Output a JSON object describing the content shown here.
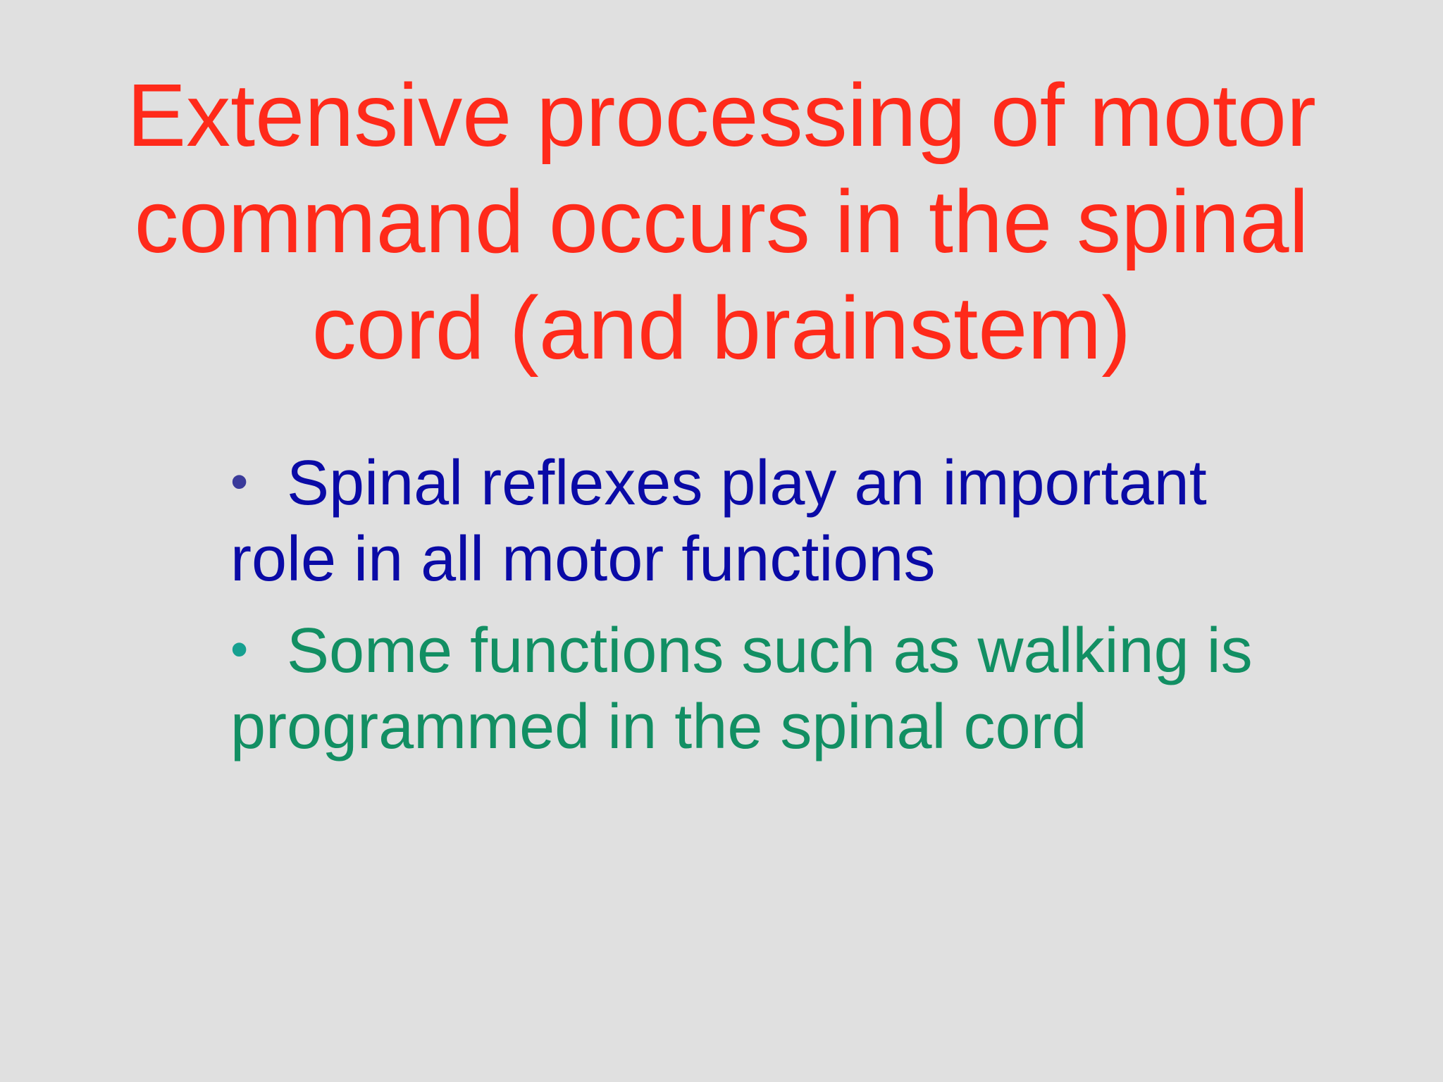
{
  "slide": {
    "title": "Extensive processing of motor command occurs in the spinal cord (and brainstem)",
    "bullets": [
      {
        "marker": "•",
        "text": "Spinal reflexes play an important role in all motor functions"
      },
      {
        "marker": "•",
        "text": "Some functions such as walking is programmed in the spinal cord"
      }
    ]
  },
  "colors": {
    "background": "#e0e0e0",
    "title": "#ff2a1a",
    "bullet_1_text": "#0a0aa6",
    "bullet_1_marker": "#3a3a9a",
    "bullet_2_text": "#128f63",
    "bullet_2_marker": "#16a090"
  }
}
